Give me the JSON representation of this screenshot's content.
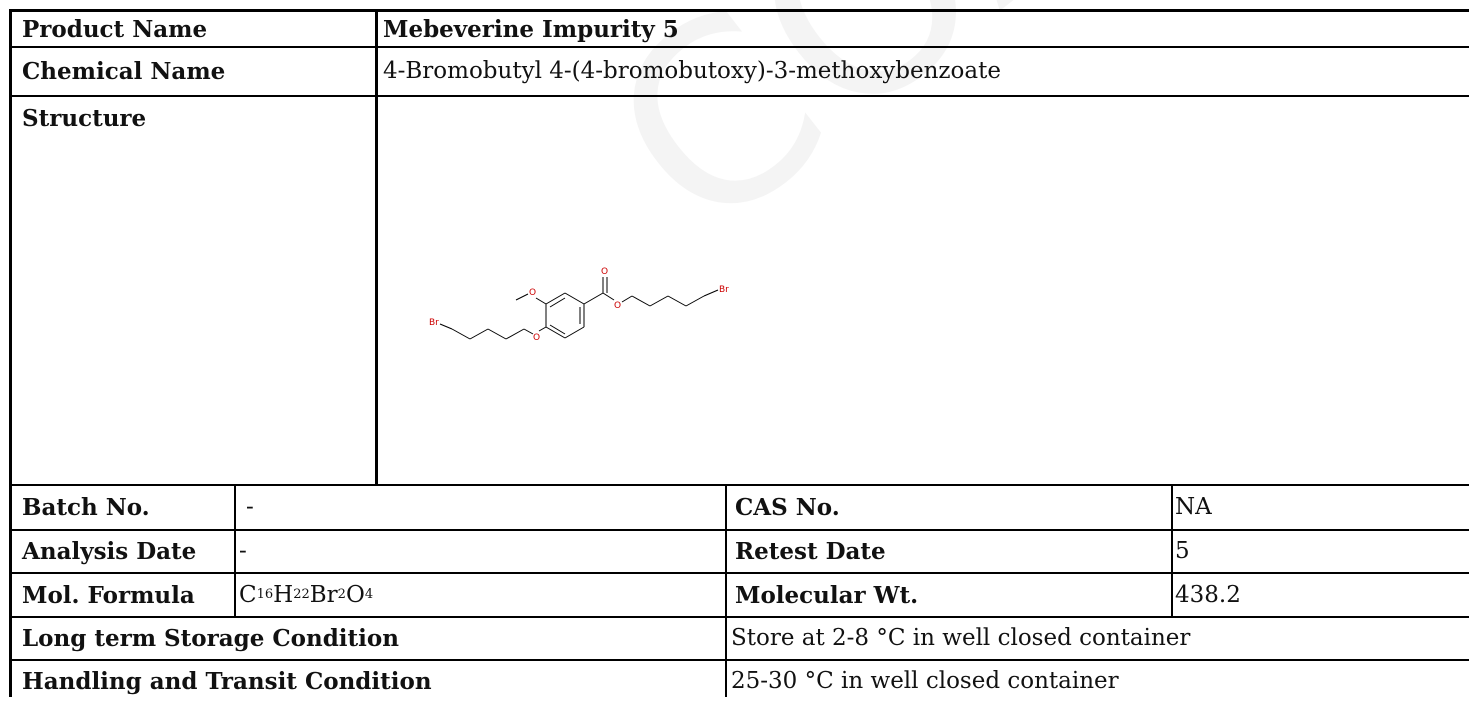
{
  "table": {
    "product_name_label": "Product Name",
    "product_name_value": "Mebeverine Impurity 5",
    "chemical_name_label": "Chemical Name",
    "chemical_name_value": "4-Bromobutyl 4-(4-bromobutoxy)-3-methoxybenzoate",
    "structure_label": "Structure",
    "batch_label": "Batch No.",
    "batch_value": "-",
    "cas_label": "CAS No.",
    "cas_value": "NA",
    "analysis_date_label": "Analysis Date",
    "analysis_date_value": "-",
    "retest_label": "Retest Date",
    "retest_value": "5",
    "formula_label": "Mol. Formula",
    "formula": {
      "c": "C",
      "c_n": "16",
      "h": "H",
      "h_n": "22",
      "br": "Br",
      "br_n": "2",
      "o": "O",
      "o_n": "4"
    },
    "mw_label": "Molecular Wt.",
    "mw_value": "438.2",
    "storage_label": "Long term Storage Condition",
    "storage_value": "Store at 2-8 °C in well closed container",
    "handling_label": "Handling and Transit Condition",
    "handling_value": "25-30 °C in well closed container"
  },
  "structure": {
    "atom_o": "O",
    "atom_br": "Br",
    "atom_color": "#cc0000"
  },
  "watermark": "COA"
}
